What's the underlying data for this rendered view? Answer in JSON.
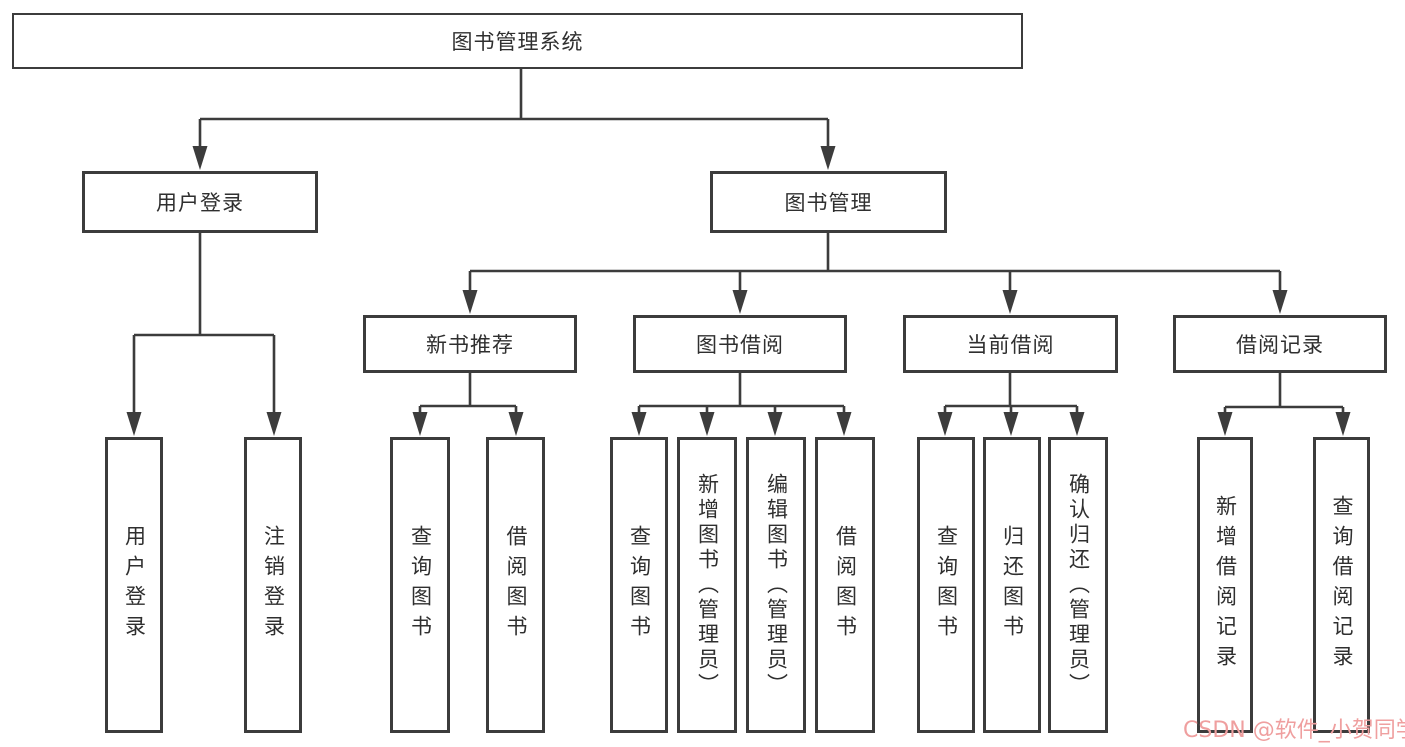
{
  "diagram": {
    "root": {
      "label": "图书管理系统"
    },
    "branches": {
      "user_login": {
        "label": "用户登录",
        "children": {
          "login": "用户登录",
          "logout": "注销登录"
        }
      },
      "book_mgmt": {
        "label": "图书管理",
        "children": {
          "new_book": {
            "label": "新书推荐",
            "children": {
              "query": "查询图书",
              "borrow": "借阅图书"
            }
          },
          "borrow": {
            "label": "图书借阅",
            "children": {
              "query": "查询图书",
              "add": "新增图书（管理员）",
              "edit": "编辑图书（管理员）",
              "borrow": "借阅图书"
            }
          },
          "current": {
            "label": "当前借阅",
            "children": {
              "query": "查询图书",
              "return": "归还图书",
              "confirm": "确认归还（管理员）"
            }
          },
          "record": {
            "label": "借阅记录",
            "children": {
              "add": "新增借阅记录",
              "query": "查询借阅记录"
            }
          }
        }
      }
    }
  },
  "watermark": {
    "text": "CSDN @软件_小贺同学",
    "color": "#ef9f9f"
  },
  "colors": {
    "line": "#3c3c3c",
    "box_border": "#3c3c3c",
    "box_fill": "#ffffff",
    "text": "#2f2f2f",
    "background": "#ffffff"
  }
}
